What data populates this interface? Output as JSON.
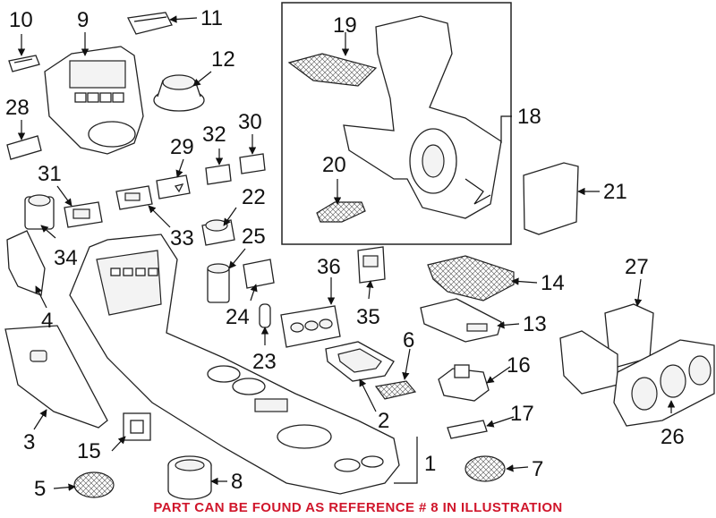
{
  "diagram": {
    "callouts": [
      "1",
      "2",
      "3",
      "4",
      "5",
      "6",
      "7",
      "8",
      "9",
      "10",
      "11",
      "12",
      "13",
      "14",
      "15",
      "16",
      "17",
      "18",
      "19",
      "20",
      "21",
      "22",
      "23",
      "24",
      "25",
      "26",
      "27",
      "28",
      "29",
      "30",
      "31",
      "32",
      "33",
      "34",
      "35",
      "36"
    ],
    "note": "PART CAN BE FOUND AS REFERENCE # 8 IN ILLUSTRATION",
    "colors": {
      "ink": "#111111",
      "note": "#d0162b",
      "frame": "#222222"
    }
  }
}
